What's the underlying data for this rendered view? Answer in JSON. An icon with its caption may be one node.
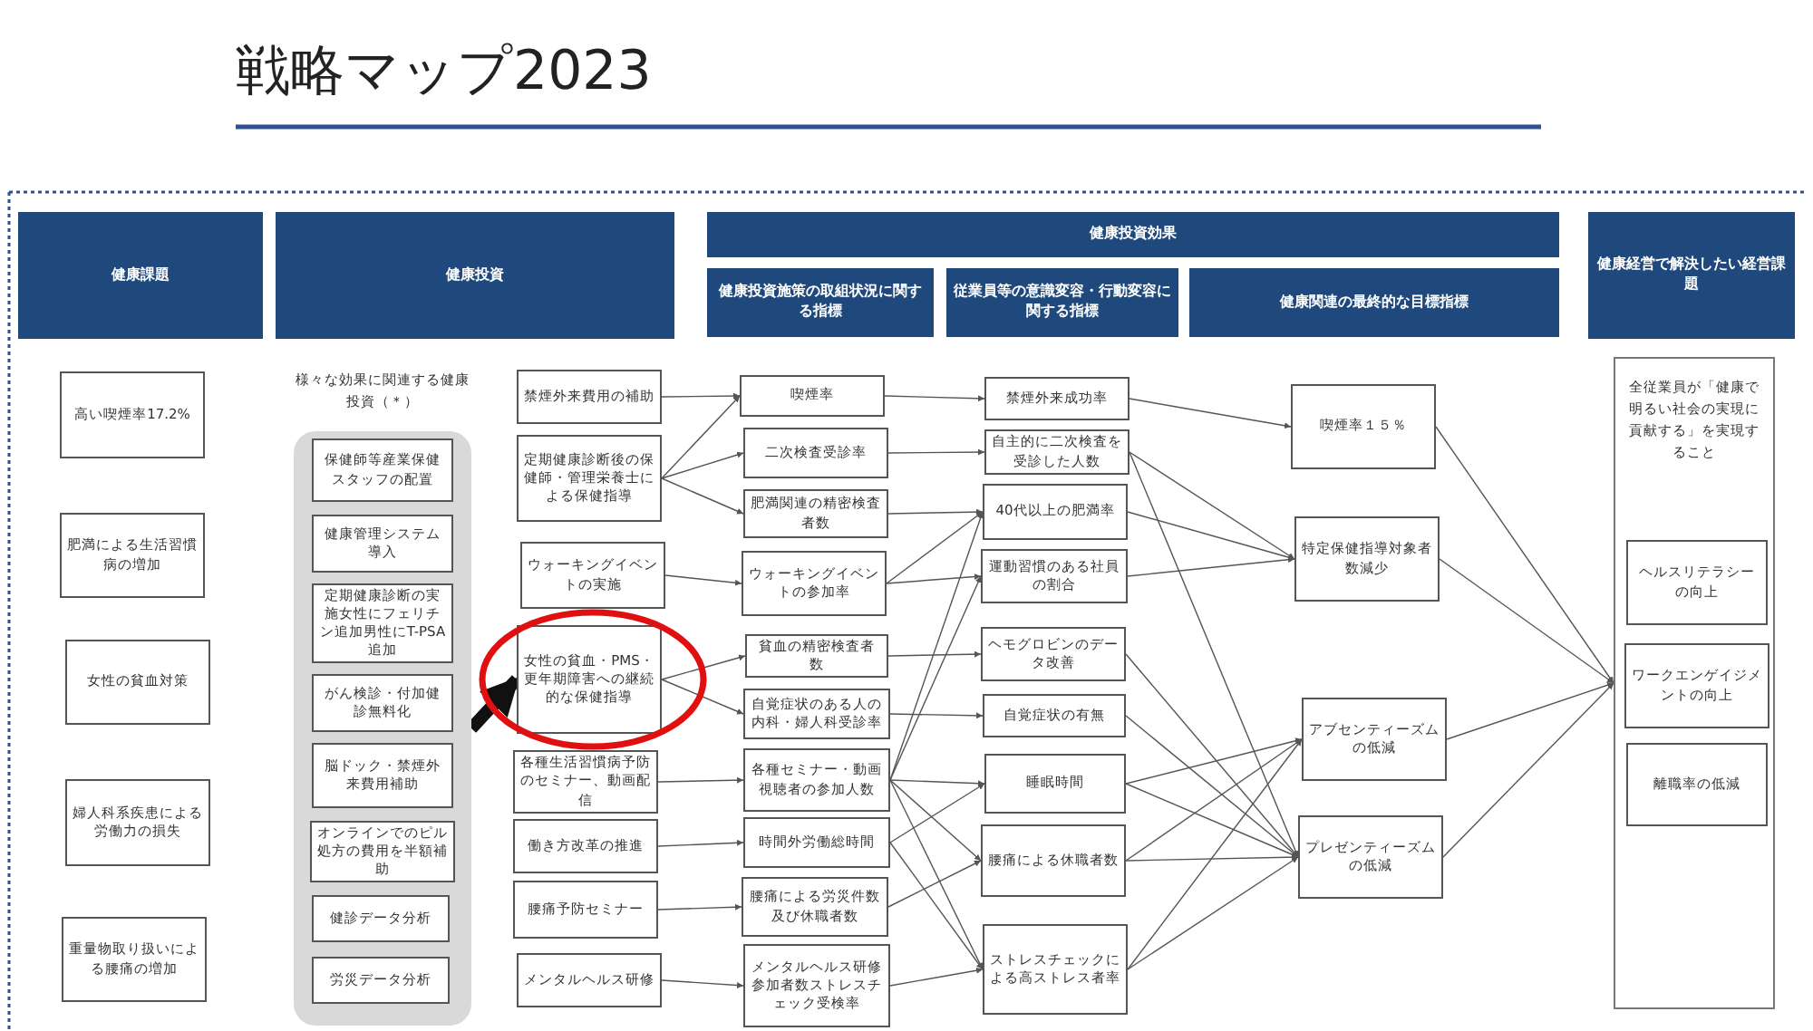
{
  "diagram": {
    "title": "戦略マップ2023",
    "nodes": [
      {
        "text": [
          "健康課題"
        ]
      },
      {
        "text": [
          "健康投資"
        ]
      },
      {
        "text": [
          "健康投資効果"
        ]
      },
      {
        "text": [
          "健康投資施策の取組状況に関する指標"
        ]
      },
      {
        "text": [
          "従業員等の意識変容・行動変容に関する指標"
        ]
      },
      {
        "text": [
          "健康関連の最終的な目標指標"
        ]
      },
      {
        "text": [
          "健康経営で解決したい経営課題"
        ]
      },
      {
        "text": [
          "高い喫煙率17.2%"
        ]
      },
      {
        "text": [
          "肥満による生活習慣病の増加"
        ]
      },
      {
        "text": [
          "女性の貧血対策"
        ]
      },
      {
        "text": [
          "婦人科系疾患による労働力の損失"
        ]
      },
      {
        "text": [
          "重量物取り扱いによる腰痛の増加"
        ]
      },
      {
        "text": [
          "様々な効果に関連する健康投資（＊）"
        ]
      },
      {
        "text": [
          "保健師等産業保健スタッフの配置"
        ],
        "in": 12
      },
      {
        "text": [
          "健康管理システム導入"
        ],
        "in": 12
      },
      {
        "text": [
          "定期健康診断の実施女性にフェリチン追加男性にT-PSA追加"
        ],
        "in": 12
      },
      {
        "text": [
          "がん検診・付加健診無料化"
        ],
        "in": 12
      },
      {
        "text": [
          "脳ドック・禁煙外来費用補助"
        ],
        "in": 12
      },
      {
        "text": [
          "オンラインでのピル処方の費用を半額補助"
        ],
        "in": 12
      },
      {
        "text": [
          "健診データ分析"
        ],
        "in": 12
      },
      {
        "text": [
          "労災データ分析"
        ],
        "in": 12
      },
      {
        "text": [
          "禁煙外来費用の補助"
        ]
      },
      {
        "text": [
          "定期健康診断後の保健師・管理栄養士による保健指導"
        ]
      },
      {
        "text": [
          "ウォーキングイベントの実施"
        ]
      },
      {
        "text": [
          "女性の貧血・PMS・更年期障害への継続的な保健指導"
        ]
      },
      {
        "text": [
          "各種生活習慣病予防のセミナー、動画配信"
        ]
      },
      {
        "text": [
          "働き方改革の推進"
        ]
      },
      {
        "text": [
          "腰痛予防セミナー"
        ]
      },
      {
        "text": [
          "メンタルヘルス研修"
        ]
      },
      {
        "text": [
          "喫煙率"
        ]
      },
      {
        "text": [
          "二次検査受診率"
        ]
      },
      {
        "text": [
          "肥満関連の精密検査者数"
        ]
      },
      {
        "text": [
          "ウォーキングイベントの参加率"
        ]
      },
      {
        "text": [
          "貧血の精密検査者数"
        ]
      },
      {
        "text": [
          "自覚症状のある人の内科・婦人科受診率"
        ]
      },
      {
        "text": [
          "各種セミナー・動画視聴者の参加人数"
        ]
      },
      {
        "text": [
          "時間外労働総時間"
        ]
      },
      {
        "text": [
          "腰痛による労災件数及び休職者数"
        ]
      },
      {
        "text": [
          "メンタルヘルス研修参加者数ストレスチェック受検率"
        ]
      },
      {
        "text": [
          "禁煙外来成功率"
        ]
      },
      {
        "text": [
          "自主的に二次検査を受診した人数"
        ]
      },
      {
        "text": [
          "40代以上の肥満率"
        ]
      },
      {
        "text": [
          "運動習慣のある社員の割合"
        ]
      },
      {
        "text": [
          "ヘモグロビンのデータ改善"
        ]
      },
      {
        "text": [
          "自覚症状の有無"
        ]
      },
      {
        "text": [
          "睡眠時間"
        ]
      },
      {
        "text": [
          "腰痛による休職者数"
        ]
      },
      {
        "text": [
          "ストレスチェックによる高ストレス者率"
        ]
      },
      {
        "text": [
          "喫煙率１５％"
        ]
      },
      {
        "text": [
          "特定保健指導対象者数減少"
        ]
      },
      {
        "text": [
          "アブセンティーズムの低減"
        ]
      },
      {
        "text": [
          "プレゼンティーズムの低減"
        ]
      },
      {
        "text": [
          "全従業員が「健康で明るい社会の実現に貢献する」を実現すること"
        ]
      },
      {
        "text": [
          "ヘルスリテラシーの向上"
        ],
        "in": 52
      },
      {
        "text": [
          "ワークエンゲイジメントの向上"
        ],
        "in": 52
      },
      {
        "text": [
          "離職率の低減"
        ],
        "in": 52
      }
    ],
    "edges": [
      {
        "from": 12,
        "to": 24,
        "arrow": "to",
        "style": "thick"
      },
      {
        "from": 21,
        "to": 29,
        "arrow": "to"
      },
      {
        "from": 22,
        "to": 29,
        "arrow": "to"
      },
      {
        "from": 22,
        "to": 30,
        "arrow": "to"
      },
      {
        "from": 22,
        "to": 31,
        "arrow": "to"
      },
      {
        "from": 23,
        "to": 32,
        "arrow": "to"
      },
      {
        "from": 24,
        "to": 33,
        "arrow": "to"
      },
      {
        "from": 24,
        "to": 34,
        "arrow": "to"
      },
      {
        "from": 25,
        "to": 35,
        "arrow": "to"
      },
      {
        "from": 26,
        "to": 36,
        "arrow": "to"
      },
      {
        "from": 27,
        "to": 37,
        "arrow": "to"
      },
      {
        "from": 28,
        "to": 38,
        "arrow": "to"
      },
      {
        "from": 29,
        "to": 39,
        "arrow": "to"
      },
      {
        "from": 30,
        "to": 40,
        "arrow": "to"
      },
      {
        "from": 31,
        "to": 41,
        "arrow": "to"
      },
      {
        "from": 32,
        "to": 41,
        "arrow": "to"
      },
      {
        "from": 32,
        "to": 42,
        "arrow": "to"
      },
      {
        "from": 33,
        "to": 43,
        "arrow": "to"
      },
      {
        "from": 34,
        "to": 44,
        "arrow": "to"
      },
      {
        "from": 35,
        "to": 41,
        "arrow": "to"
      },
      {
        "from": 35,
        "to": 42,
        "arrow": "to"
      },
      {
        "from": 35,
        "to": 45,
        "arrow": "to"
      },
      {
        "from": 35,
        "to": 46,
        "arrow": "to"
      },
      {
        "from": 35,
        "to": 47,
        "arrow": "to"
      },
      {
        "from": 36,
        "to": 45,
        "arrow": "to"
      },
      {
        "from": 36,
        "to": 47,
        "arrow": "to"
      },
      {
        "from": 37,
        "to": 46,
        "arrow": "to"
      },
      {
        "from": 38,
        "to": 47,
        "arrow": "to"
      },
      {
        "from": 39,
        "to": 48,
        "arrow": "to"
      },
      {
        "from": 40,
        "to": 49,
        "arrow": "to"
      },
      {
        "from": 40,
        "to": 51,
        "arrow": "to"
      },
      {
        "from": 41,
        "to": 49,
        "arrow": "to"
      },
      {
        "from": 42,
        "to": 49,
        "arrow": "to"
      },
      {
        "from": 43,
        "to": 51,
        "arrow": "to"
      },
      {
        "from": 44,
        "to": 51,
        "arrow": "to"
      },
      {
        "from": 45,
        "to": 50,
        "arrow": "to"
      },
      {
        "from": 45,
        "to": 51,
        "arrow": "to"
      },
      {
        "from": 46,
        "to": 50,
        "arrow": "to"
      },
      {
        "from": 46,
        "to": 51,
        "arrow": "to"
      },
      {
        "from": 47,
        "to": 50,
        "arrow": "to"
      },
      {
        "from": 47,
        "to": 51,
        "arrow": "to"
      },
      {
        "from": 48,
        "to": 52,
        "arrow": "to"
      },
      {
        "from": 49,
        "to": 52,
        "arrow": "to"
      },
      {
        "from": 50,
        "to": 52,
        "arrow": "to"
      },
      {
        "from": 51,
        "to": 52,
        "arrow": "to"
      }
    ]
  }
}
